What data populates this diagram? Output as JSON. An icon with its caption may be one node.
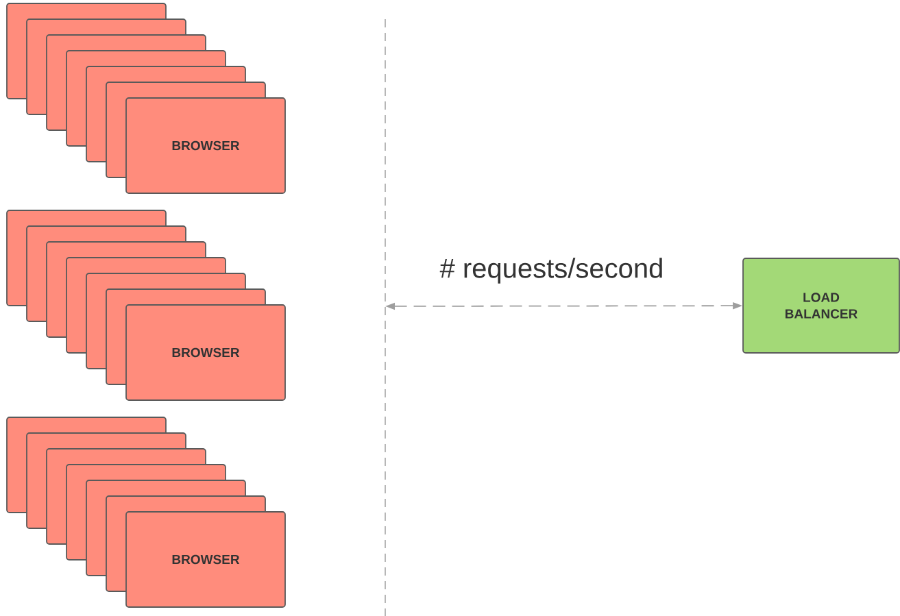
{
  "diagram": {
    "nodes": [
      {
        "text": [],
        "shape": "box"
      },
      {
        "text": [],
        "shape": "box"
      },
      {
        "text": [],
        "shape": "box"
      },
      {
        "text": [],
        "shape": "box"
      },
      {
        "text": [],
        "shape": "box"
      },
      {
        "text": [],
        "shape": "box"
      },
      {
        "text": [
          "BROWSER"
        ]
      },
      {
        "text": [],
        "shape": "box"
      },
      {
        "text": [],
        "shape": "box"
      },
      {
        "text": [],
        "shape": "box"
      },
      {
        "text": [],
        "shape": "box"
      },
      {
        "text": [],
        "shape": "box"
      },
      {
        "text": [],
        "shape": "box"
      },
      {
        "text": [
          "BROWSER"
        ]
      },
      {
        "text": [],
        "shape": "box"
      },
      {
        "text": [],
        "shape": "box"
      },
      {
        "text": [],
        "shape": "box"
      },
      {
        "text": [],
        "shape": "box"
      },
      {
        "text": [],
        "shape": "box"
      },
      {
        "text": [],
        "shape": "box"
      },
      {
        "text": [
          "BROWSER"
        ]
      },
      {
        "text": [
          "LOAD BALANCER"
        ]
      }
    ],
    "edges": [
      {
        "from": null,
        "to": 21,
        "arrow": "both",
        "label": "# requests/second",
        "style": "dashed",
        "color": "#9e9e9e"
      }
    ]
  }
}
